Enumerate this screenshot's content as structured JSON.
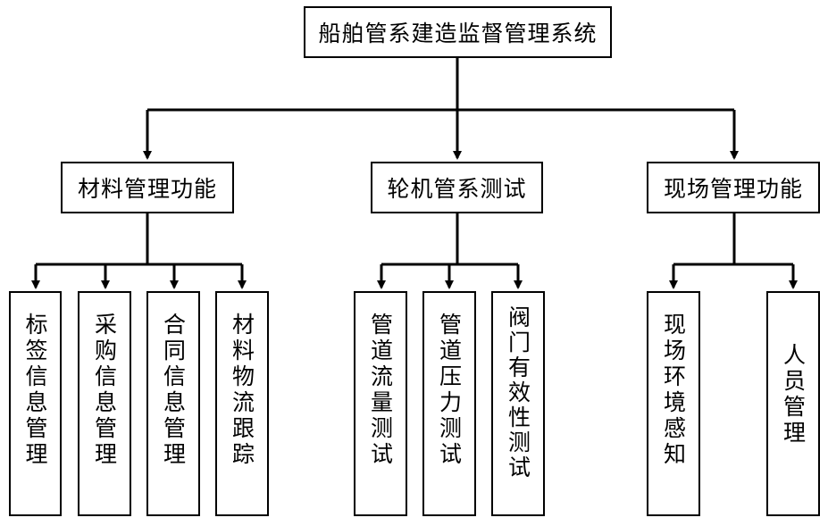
{
  "root": {
    "label": "船舶管系建造监督管理系统"
  },
  "groups": [
    {
      "label": "材料管理功能",
      "children": [
        "标签信息管理",
        "采购信息管理",
        "合同信息管理",
        "材料物流跟踪"
      ]
    },
    {
      "label": "轮机管系测试",
      "children": [
        "管道流量测试",
        "管道压力测试",
        "阀门有效性测试"
      ]
    },
    {
      "label": "现场管理功能",
      "children": [
        "现场环境感知",
        "人员管理"
      ]
    }
  ]
}
